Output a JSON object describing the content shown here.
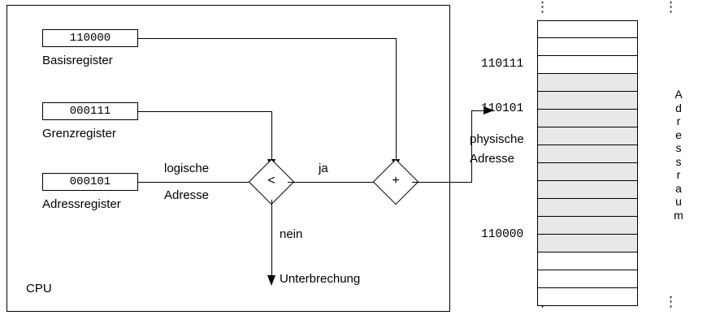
{
  "diagram": {
    "cpu_label": "CPU",
    "registers": [
      {
        "value": "110000",
        "caption": "Basisregister"
      },
      {
        "value": "000111",
        "caption": "Grenzregister"
      },
      {
        "value": "000101",
        "caption": "Adressregister"
      }
    ],
    "nodes": {
      "compare": "<",
      "adder": "+"
    },
    "labels": {
      "logical_address_line1": "logische",
      "logical_address_line2": "Adresse",
      "yes": "ja",
      "no": "nein",
      "interrupt": "Unterbrechung",
      "physical_address_line1": "physische",
      "physical_address_line2": "Adresse"
    },
    "memory": {
      "tick_labels": [
        {
          "text": "110111"
        },
        {
          "text": "110101"
        },
        {
          "text": "110000"
        }
      ],
      "vertical_label": "Adressraum",
      "top_dots": "⋮",
      "bottom_dots": "⋮"
    }
  }
}
